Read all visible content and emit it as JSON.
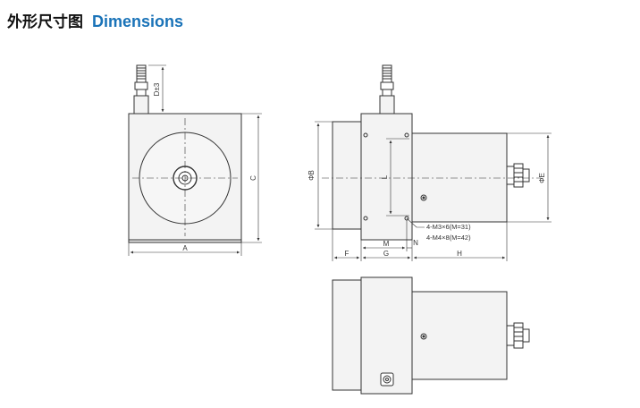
{
  "header": {
    "title_cn": "外形尺寸图",
    "title_en": "Dimensions"
  },
  "dimension_labels": {
    "a": "A",
    "c": "C",
    "d": "D±3",
    "b": "ΦB",
    "e": "ΦE",
    "l": "L",
    "m": "M",
    "n": "N",
    "f": "F",
    "g": "G",
    "h": "H"
  },
  "notes": {
    "thread_1": "4-M3×6(M=31)",
    "thread_2": "4-M4×8(M=42)"
  },
  "colors": {
    "title_en": "#1a73b8",
    "line": "#333333",
    "body_fill": "#f3f3f3"
  }
}
